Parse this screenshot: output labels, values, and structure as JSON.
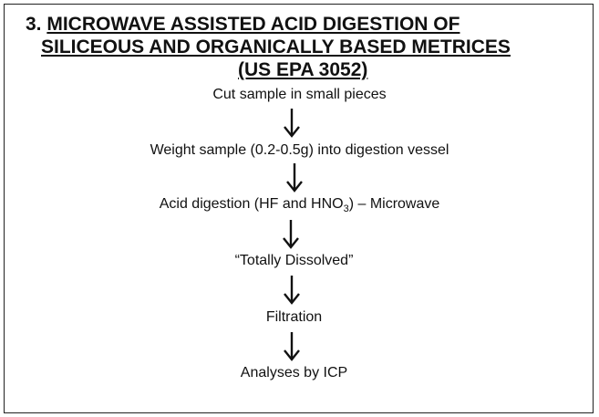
{
  "title": {
    "number": "3.",
    "line1": "MICROWAVE ASSISTED ACID DIGESTION OF",
    "line2": "SILICEOUS AND  ORGANICALLY BASED METRICES",
    "line3": "(US EPA 3052)"
  },
  "steps": [
    {
      "text": "Cut sample in small pieces"
    },
    {
      "text": "Weight sample (0.2-0.5g) into digestion vessel"
    },
    {
      "text_before": "Acid digestion (HF and HNO",
      "subscript": "3",
      "text_after": ") – Microwave"
    },
    {
      "text": "“Totally Dissolved”"
    },
    {
      "text": "Filtration"
    },
    {
      "text": "Analyses by ICP"
    }
  ],
  "colors": {
    "text": "#111111",
    "border": "#222222",
    "background": "#ffffff"
  }
}
